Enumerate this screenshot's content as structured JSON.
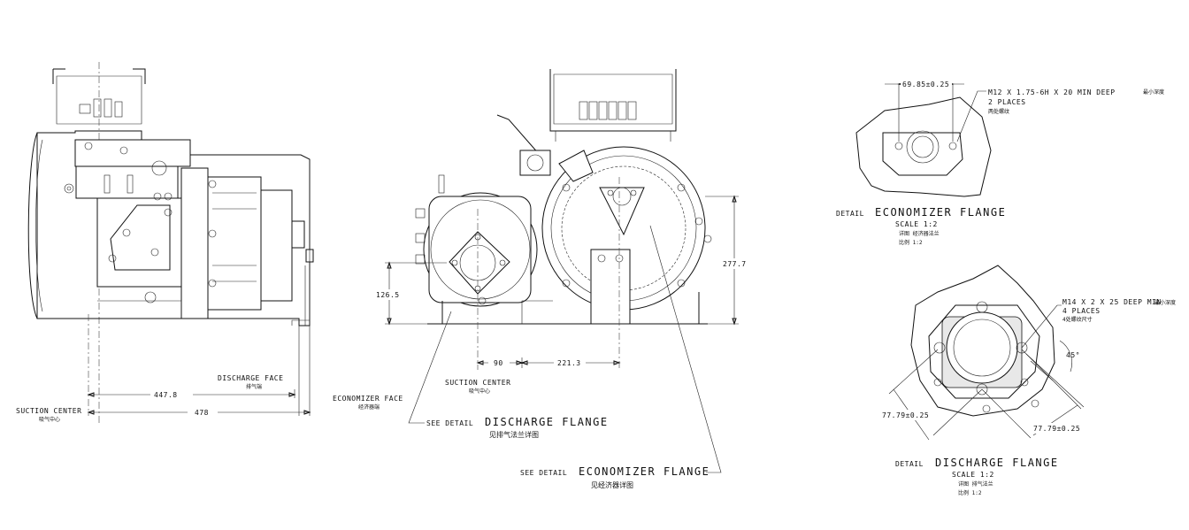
{
  "dimensions": {
    "d447": "447.8",
    "d478": "478",
    "d126": "126.5",
    "d90": "90",
    "d221": "221.3",
    "d277": "277.7",
    "d69": "69.85±0.25",
    "d77a": "77.79±0.25",
    "d77b": "77.79±0.25",
    "angle45": "45°"
  },
  "labels": {
    "discharge_face": "DISCHARGE FACE",
    "discharge_face_cn": "排气端",
    "suction_center_left": "SUCTION CENTER",
    "suction_center_left_cn": "吸气中心",
    "suction_center_mid": "SUCTION CENTER",
    "suction_center_mid_cn": "吸气中心",
    "economizer_face": "ECONOMIZER FACE",
    "economizer_face_cn": "经济器端",
    "see_detail_1": "SEE DETAIL",
    "discharge_flange_title": "DISCHARGE FLANGE",
    "discharge_flange_cn": "见排气法兰详图",
    "see_detail_2": "SEE DETAIL",
    "economizer_flange_title": "ECONOMIZER FLANGE",
    "economizer_flange_cn": "见经济器详图"
  },
  "detail_economizer": {
    "prefix": "DETAIL",
    "title": "ECONOMIZER FLANGE",
    "scale": "SCALE  1:2",
    "cn1": "详图  经济器法兰",
    "cn2": "比例  1:2",
    "thread": "M12 X 1.75-6H X 20 MIN DEEP",
    "thread_cn": "最小深度",
    "places": "2 PLACES",
    "places_cn": "两处螺纹"
  },
  "detail_discharge": {
    "prefix": "DETAIL",
    "title": "DISCHARGE FLANGE",
    "scale": "SCALE  1:2",
    "cn1": "详图  排气法兰",
    "cn2": "比例  1:2",
    "thread": "M14 X 2 X 25 DEEP MIN",
    "thread_cn": "最小深度",
    "places": "4 PLACES",
    "places_cn": "4处螺纹尺寸"
  }
}
